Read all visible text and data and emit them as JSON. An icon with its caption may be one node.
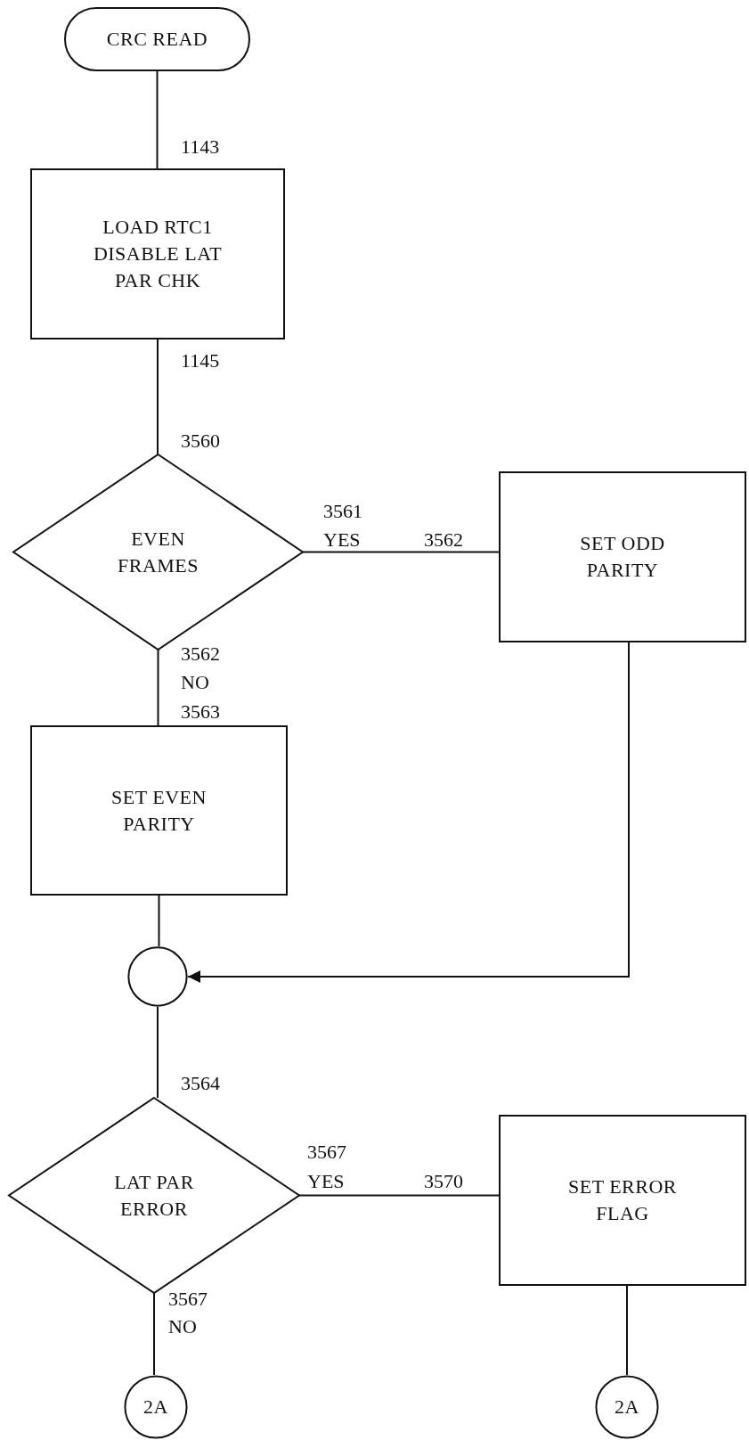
{
  "diagram": {
    "nodes": [
      {
        "text": [
          "CRC READ"
        ]
      },
      {
        "text": [
          "LOAD RTC1",
          "DISABLE LAT PAR CHK"
        ]
      },
      {
        "text": [
          "EVEN FRAMES"
        ]
      },
      {
        "text": [
          "SET ODD PARITY"
        ]
      },
      {
        "text": [
          "SET EVEN PARITY"
        ]
      },
      {
        "text": [],
        "shape": "circle"
      },
      {
        "text": [
          "LAT PAR ERROR"
        ]
      },
      {
        "text": [
          "SET ERROR FLAG"
        ]
      },
      {
        "text": [
          "2A"
        ]
      },
      {
        "text": [
          "2A"
        ]
      }
    ],
    "edges": [
      {
        "from": 0,
        "to": 1,
        "arrow": "none"
      },
      {
        "from": 1,
        "to": 2,
        "arrow": "none"
      },
      {
        "from": 2,
        "to": 3,
        "arrow": "none"
      },
      {
        "from": 2,
        "to": 4,
        "arrow": "none"
      },
      {
        "from": 4,
        "to": 5,
        "arrow": "none"
      },
      {
        "from": 3,
        "to": 5,
        "arrow": "to"
      },
      {
        "from": 5,
        "to": 6,
        "arrow": "none"
      },
      {
        "from": 6,
        "to": 7,
        "arrow": "none"
      },
      {
        "from": 6,
        "to": 8,
        "arrow": "none"
      },
      {
        "from": 7,
        "to": 9,
        "arrow": "none"
      }
    ],
    "labels": [
      "1143",
      "1145",
      "3560",
      "3561",
      "YES",
      "3562",
      "3562",
      "NO",
      "3563",
      "3564",
      "3567",
      "YES",
      "3570",
      "3567",
      "NO"
    ]
  }
}
